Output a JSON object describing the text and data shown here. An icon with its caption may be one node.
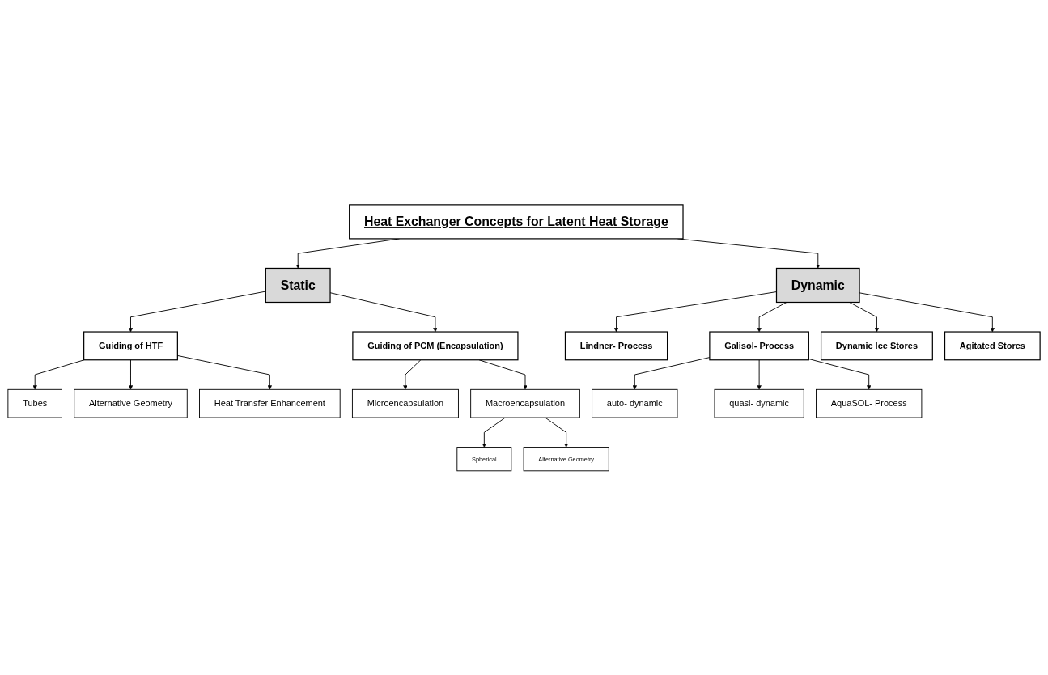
{
  "diagram": {
    "nodes": [
      {
        "text": [
          "Heat Exchanger Concepts for Latent Heat Storage"
        ]
      },
      {
        "text": [
          "Static"
        ]
      },
      {
        "text": [
          "Dynamic"
        ]
      },
      {
        "text": [
          "Guiding of HTF"
        ]
      },
      {
        "text": [
          "Guiding of PCM (Encapsulation)"
        ]
      },
      {
        "text": [
          "Lindner- Process"
        ]
      },
      {
        "text": [
          "Galisol- Process"
        ]
      },
      {
        "text": [
          "Dynamic Ice Stores"
        ]
      },
      {
        "text": [
          "Agitated Stores"
        ]
      },
      {
        "text": [
          "Tubes"
        ]
      },
      {
        "text": [
          "Alternative Geometry"
        ]
      },
      {
        "text": [
          "Heat Transfer Enhancement"
        ]
      },
      {
        "text": [
          "Microencapsulation"
        ]
      },
      {
        "text": [
          "Macroencapsulation"
        ]
      },
      {
        "text": [
          "Spherical"
        ]
      },
      {
        "text": [
          "Alternative Geometry"
        ]
      },
      {
        "text": [
          "auto- dynamic"
        ]
      },
      {
        "text": [
          "quasi- dynamic"
        ]
      },
      {
        "text": [
          "AquaSOL- Process"
        ]
      }
    ],
    "edges": [
      {
        "from": 0,
        "to": 1,
        "arrow": "to"
      },
      {
        "from": 0,
        "to": 2,
        "arrow": "to"
      },
      {
        "from": 1,
        "to": 3,
        "arrow": "to"
      },
      {
        "from": 1,
        "to": 4,
        "arrow": "to"
      },
      {
        "from": 2,
        "to": 5,
        "arrow": "to"
      },
      {
        "from": 2,
        "to": 6,
        "arrow": "to"
      },
      {
        "from": 2,
        "to": 7,
        "arrow": "to"
      },
      {
        "from": 2,
        "to": 8,
        "arrow": "to"
      },
      {
        "from": 3,
        "to": 9,
        "arrow": "to"
      },
      {
        "from": 3,
        "to": 10,
        "arrow": "to"
      },
      {
        "from": 3,
        "to": 11,
        "arrow": "to"
      },
      {
        "from": 4,
        "to": 12,
        "arrow": "to"
      },
      {
        "from": 4,
        "to": 13,
        "arrow": "to"
      },
      {
        "from": 13,
        "to": 14,
        "arrow": "to"
      },
      {
        "from": 13,
        "to": 15,
        "arrow": "to"
      },
      {
        "from": 6,
        "to": 16,
        "arrow": "to"
      },
      {
        "from": 6,
        "to": 17,
        "arrow": "to"
      },
      {
        "from": 6,
        "to": 18,
        "arrow": "to"
      }
    ]
  }
}
